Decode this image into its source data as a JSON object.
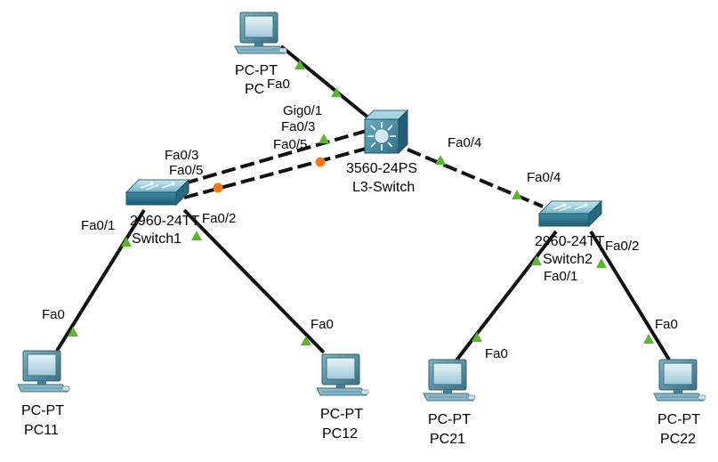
{
  "devices": {
    "pc_top": {
      "type": "PC-PT",
      "name": "PC",
      "type_visible": "PC-PT"
    },
    "l3": {
      "type": "3560-24PS",
      "name": "L3-Switch"
    },
    "sw1": {
      "type": "2960-24TT",
      "name": "Switch1"
    },
    "sw2": {
      "type": "2960-24TT",
      "name": "Switch2"
    },
    "pc11": {
      "type": "PC-PT",
      "name": "PC11"
    },
    "pc12": {
      "type": "PC-PT",
      "name": "PC12"
    },
    "pc21": {
      "type": "PC-PT",
      "name": "PC21"
    },
    "pc22": {
      "type": "PC-PT",
      "name": "PC22"
    }
  },
  "ports": {
    "pc_top_fa0": "Fa0",
    "l3_gig01": "Gig0/1",
    "l3_fa03": "Fa0/3",
    "l3_fa05": "Fa0/5",
    "l3_fa04": "Fa0/4",
    "sw1_fa03": "Fa0/3",
    "sw1_fa05": "Fa0/5",
    "sw1_fa01": "Fa0/1",
    "sw1_fa02": "Fa0/2",
    "sw2_fa04": "Fa0/4",
    "sw2_fa01": "Fa0/1",
    "sw2_fa02": "Fa0/2",
    "pc11_fa0": "Fa0",
    "pc12_fa0": "Fa0",
    "pc21_fa0": "Fa0",
    "pc22_fa0": "Fa0"
  },
  "colors": {
    "link": "#111111",
    "link_up": "#5cb531",
    "link_blocking": "#f07a1c",
    "pc_frame": "#5a8ea3",
    "pc_screen": "#cfe4ec",
    "switch_body": "#3f8aa3",
    "switch_top": "#9fd0df"
  },
  "icons": {
    "pc": "desktop-pc-icon",
    "l3_switch": "multilayer-switch-icon",
    "l2_switch": "workgroup-switch-icon"
  }
}
